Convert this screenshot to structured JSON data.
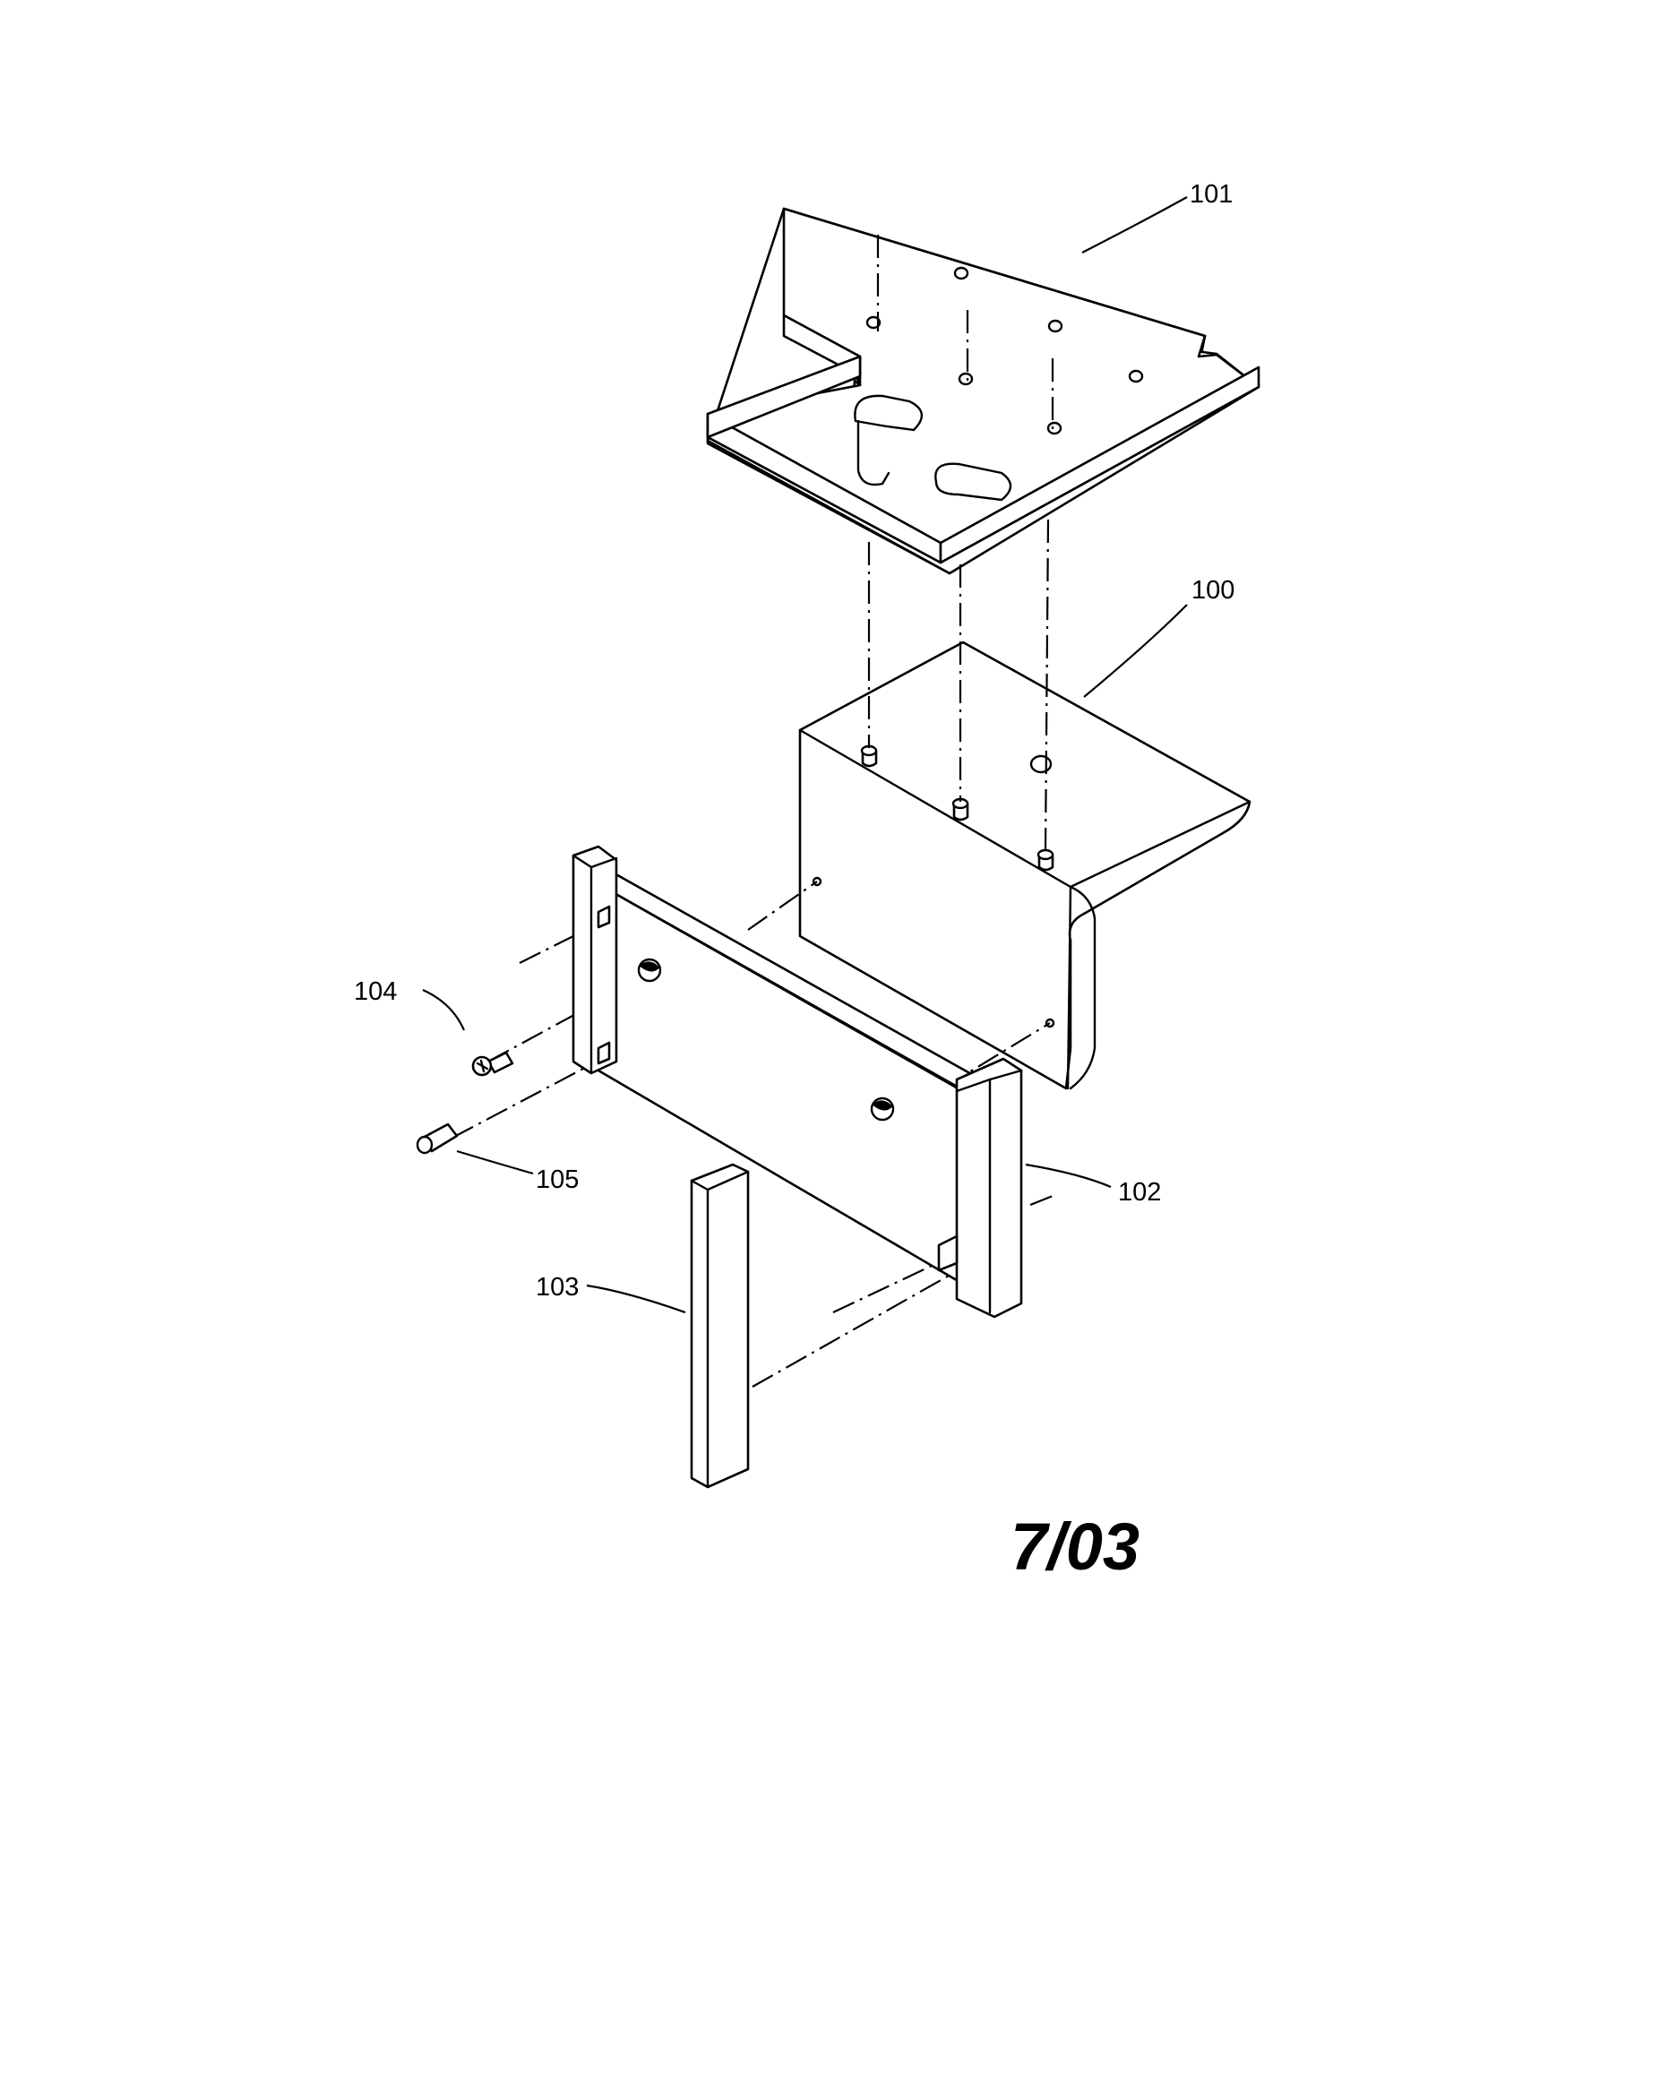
{
  "callouts": {
    "part_100": "100",
    "part_101": "101",
    "part_102": "102",
    "part_103": "103",
    "part_104": "104",
    "part_105": "105"
  },
  "date_stamp": "7/03"
}
